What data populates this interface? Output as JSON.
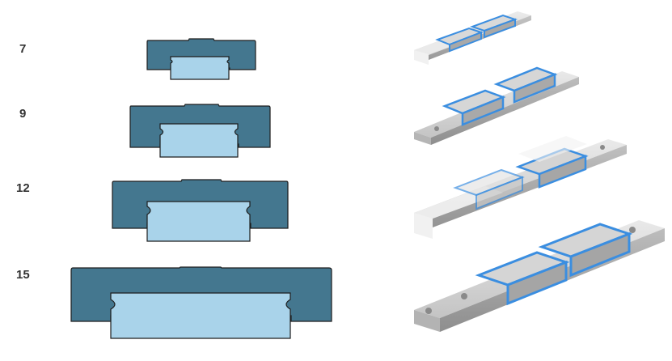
{
  "sizes": [
    {
      "label": "7"
    },
    {
      "label": "9"
    },
    {
      "label": "12"
    },
    {
      "label": "15"
    }
  ],
  "colors": {
    "carriage_dark": "#44778f",
    "rail_light": "#a9d3ea",
    "outline": "#1d1d1d",
    "steel": "#c9c9c9",
    "steel_dark": "#9a9a9a",
    "seal_blue": "#3b8ee0"
  },
  "illustration": {
    "left": "cross-section-profiles",
    "right": "linear-guide-renders"
  }
}
